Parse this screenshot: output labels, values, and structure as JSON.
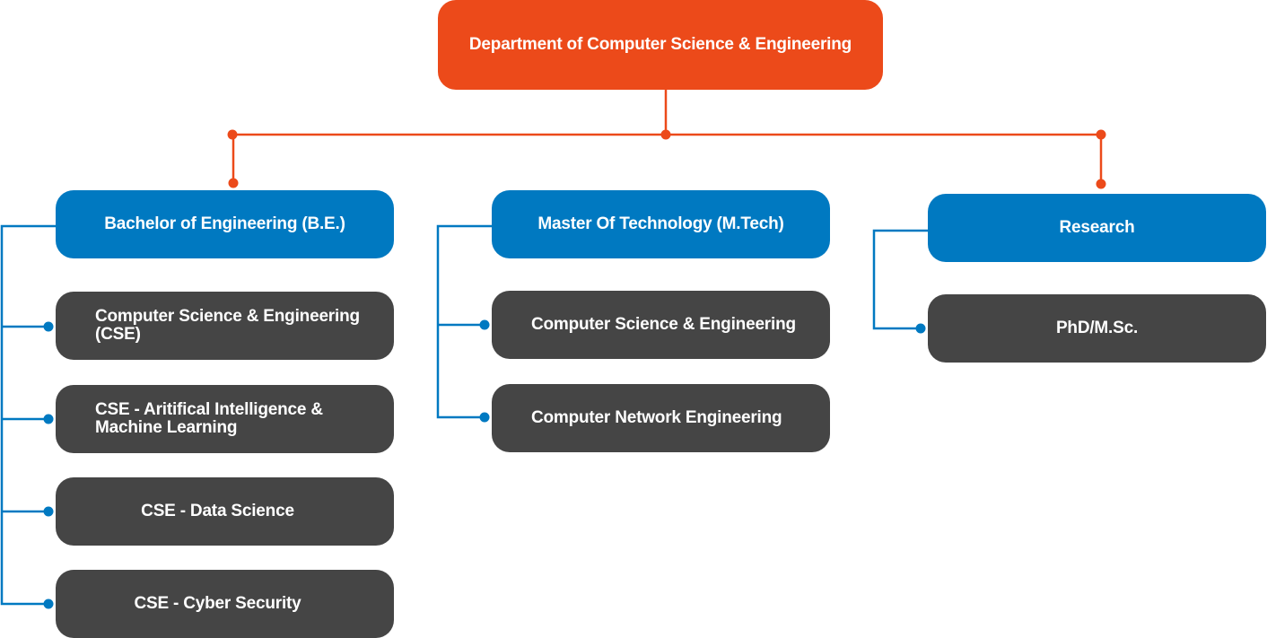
{
  "colors": {
    "root": "#ec4a1a",
    "category": "#0079c1",
    "item": "#454545",
    "root_connector": "#ec4a1a",
    "category_connector": "#0079c1"
  },
  "root": {
    "label": "Department of Computer Science & Engineering"
  },
  "categories": [
    {
      "label": "Bachelor of Engineering (B.E.)",
      "items": [
        "Computer Science & Engineering (CSE)",
        "CSE - Aritifical Intelligence & Machine Learning",
        "CSE - Data Science",
        "CSE - Cyber Security"
      ]
    },
    {
      "label": "Master Of Technology (M.Tech)",
      "items": [
        "Computer Science & Engineering",
        "Computer Network Engineering"
      ]
    },
    {
      "label": "Research",
      "items": [
        "PhD/M.Sc."
      ]
    }
  ]
}
